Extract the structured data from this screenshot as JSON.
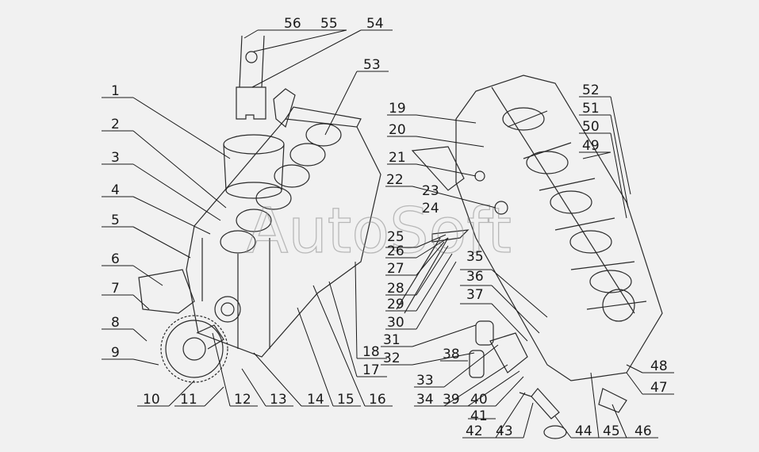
{
  "watermark": "AutoSoft",
  "callouts": [
    "1",
    "2",
    "3",
    "4",
    "5",
    "6",
    "7",
    "8",
    "9",
    "10",
    "11",
    "12",
    "13",
    "14",
    "15",
    "16",
    "17",
    "18",
    "19",
    "20",
    "21",
    "22",
    "23",
    "24",
    "25",
    "26",
    "27",
    "28",
    "29",
    "30",
    "31",
    "32",
    "33",
    "34",
    "35",
    "36",
    "37",
    "38",
    "39",
    "40",
    "41",
    "42",
    "43",
    "44",
    "45",
    "46",
    "47",
    "48",
    "49",
    "50",
    "51",
    "52",
    "53",
    "54",
    "55",
    "56"
  ]
}
